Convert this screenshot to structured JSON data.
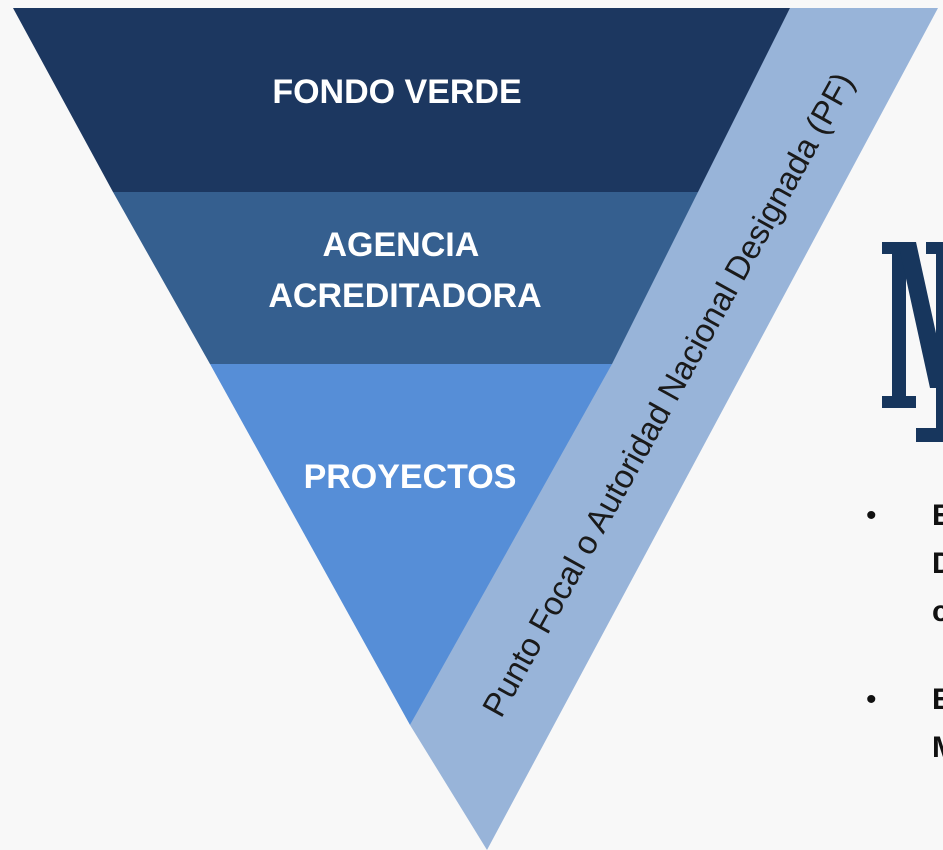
{
  "pyramid": {
    "tiers": [
      {
        "lines": [
          "FONDO VERDE"
        ]
      },
      {
        "lines": [
          "AGENCIA",
          "ACREDITADORA"
        ]
      },
      {
        "lines": [
          "PROYECTOS"
        ]
      }
    ],
    "band_label": "Punto Focal o Autoridad Nacional Designada (PF)"
  },
  "bullets": [
    {
      "lines": [
        "E",
        "D",
        "c"
      ]
    },
    {
      "lines": [
        "E",
        "M"
      ]
    }
  ],
  "colors": {
    "background": "#f8f8f8",
    "tier_top": "#1c3760",
    "tier_middle": "#355f8f",
    "tier_bottom": "#568ed7",
    "band": "#98b4d9",
    "logo": "#17365d",
    "text_light": "#ffffff",
    "text_dark": "#111111"
  }
}
